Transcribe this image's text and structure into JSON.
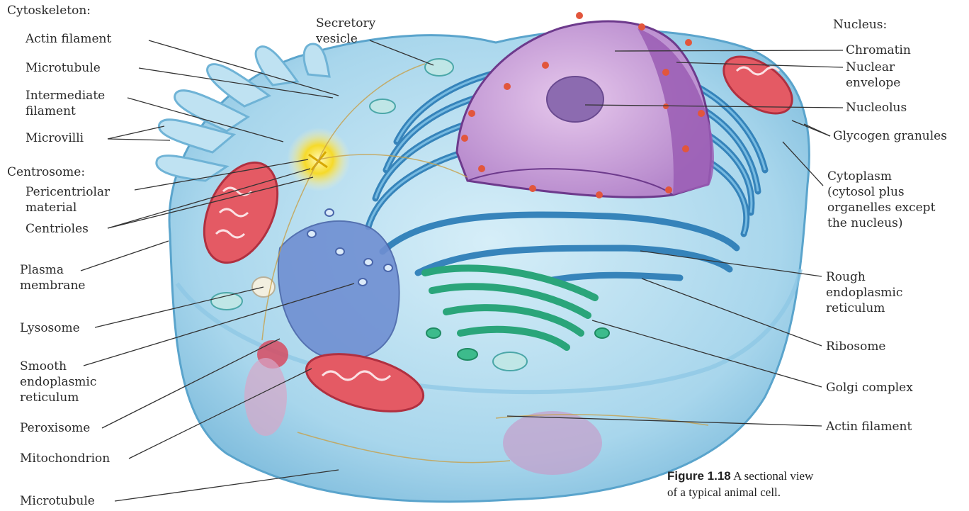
{
  "labels_left": {
    "cytoskeleton": "Cytoskeleton:",
    "actin_filament": "Actin filament",
    "microtubule": "Microtubule",
    "intermediate_filament": "Intermediate\nfilament",
    "microvilli": "Microvilli",
    "centrosome": "Centrosome:",
    "pericentriolar_material": "Pericentriolar\nmaterial",
    "centrioles": "Centrioles",
    "plasma_membrane": "Plasma\nmembrane",
    "lysosome": "Lysosome",
    "smooth_er": "Smooth\nendoplasmic\nreticulum",
    "peroxisome": "Peroxisome",
    "mitochondrion": "Mitochondrion",
    "microtubule_bottom": "Microtubule"
  },
  "labels_top": {
    "secretory_vesicle": "Secretory\nvesicle"
  },
  "labels_right": {
    "nucleus": "Nucleus:",
    "chromatin": "Chromatin",
    "nuclear_envelope": "Nuclear\nenvelope",
    "nucleolus": "Nucleolus",
    "glycogen_granules": "Glycogen granules",
    "cytoplasm": "Cytoplasm\n(cytosol plus\norganelles except\nthe nucleus)",
    "rough_er": "Rough\nendoplasmic\nreticulum",
    "ribosome": "Ribosome",
    "golgi_complex": "Golgi complex",
    "actin_filament_right": "Actin filament"
  },
  "caption": {
    "figure_number": "Figure 1.18",
    "line1_rest": " A sectional view",
    "line2": "of a typical animal cell."
  },
  "colors": {
    "cytoplasm": "#a9d7ec",
    "membrane": "#6fb3d6",
    "nucleus": "#c8a0d8",
    "nucleus_dark": "#8e5aa8",
    "rough_er": "#2f7fb8",
    "golgi": "#2aa57a",
    "mitochondria": "#d9444e",
    "centrosome": "#f7e030",
    "leader_line": "#333333"
  }
}
